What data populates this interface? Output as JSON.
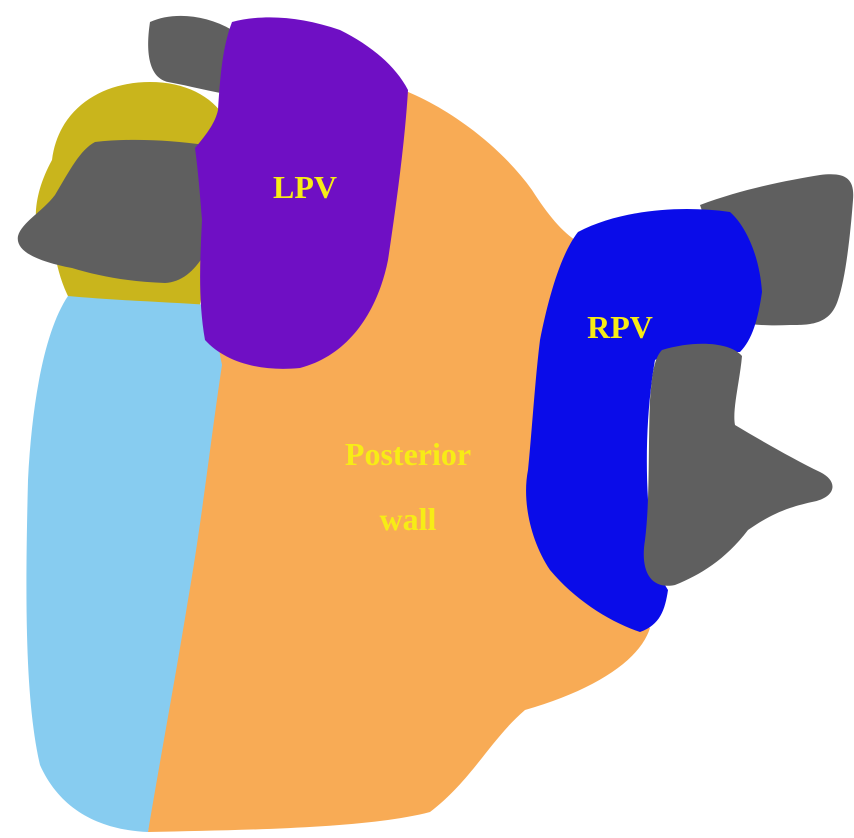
{
  "labels": {
    "lpv": "LPV",
    "rpv": "RPV",
    "posterior_line1": "Posterior",
    "posterior_line2": "wall"
  },
  "colors": {
    "background": "#ffffff",
    "posterior_wall": "#f8ab55",
    "lpv": "#6f0fc4",
    "rpv": "#0a0ce9",
    "left_lateral": "#87ccf0",
    "appendage": "#c9b51c",
    "vessel_stub": "#5f5f5f",
    "label_text": "#f7ec16"
  }
}
